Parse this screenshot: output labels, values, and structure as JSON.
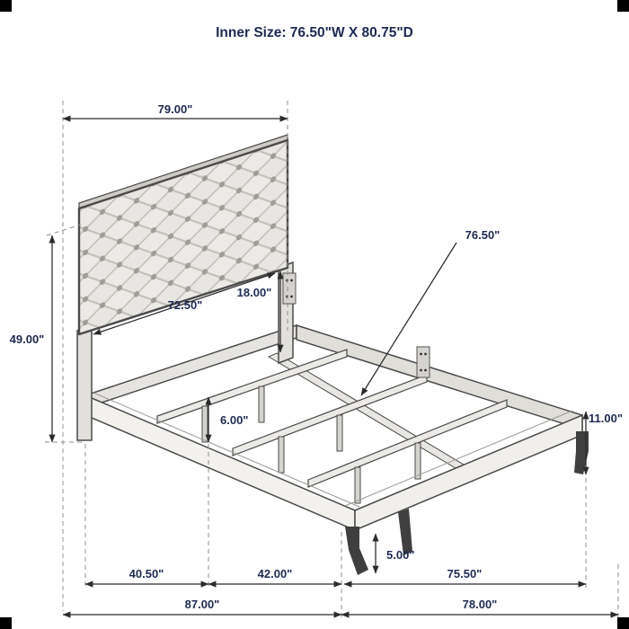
{
  "title": "Inner Size: 76.50\"W X 80.75\"D",
  "colors": {
    "label": "#1e2a52",
    "line": "#2b2b2b",
    "wood_outline": "#4a4a4a",
    "upholstery": "#e8e6e2"
  },
  "labels": {
    "headboard_width": "79.00\"",
    "headboard_height": "49.00\"",
    "headboard_inner_width": "72.50\"",
    "headboard_to_rail": "18.00\"",
    "slat_length": "76.50\"",
    "slat_leg_height": "6.00\"",
    "frame_height": "11.00\"",
    "foot_leg_height": "5.00\"",
    "segment_head": "40.50\"",
    "segment_mid": "42.00\"",
    "segment_foot": "75.50\"",
    "overall_length": "87.00\"",
    "overall_depth": "78.00\""
  }
}
